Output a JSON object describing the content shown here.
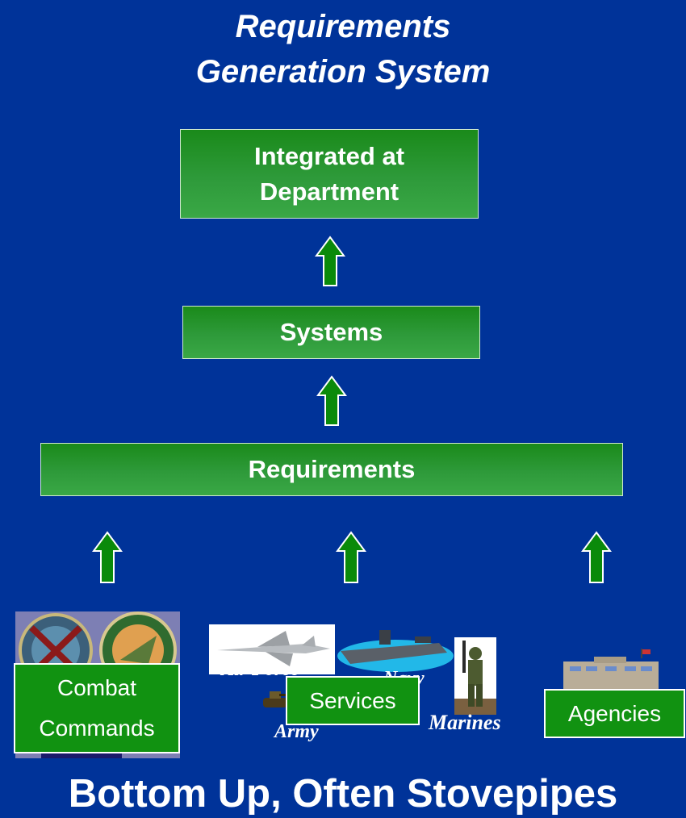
{
  "title": {
    "line1": "Requirements",
    "line2": "Generation System"
  },
  "boxes": {
    "department": {
      "line1": "Integrated at",
      "line2": "Department"
    },
    "systems": "Systems",
    "requirements": "Requirements"
  },
  "sources": {
    "combat": {
      "line1": "Combat",
      "line2": "Commands"
    },
    "services": "Services",
    "agencies": "Agencies"
  },
  "captions": {
    "air_force": "Air Force",
    "navy": "Navy",
    "army": "Army",
    "marines": "Marines"
  },
  "footer": "Bottom Up, Often Stovepipes",
  "colors": {
    "background": "#003399",
    "box_green": "#2e9a3a",
    "arrow_green": "#0a8a0a"
  }
}
